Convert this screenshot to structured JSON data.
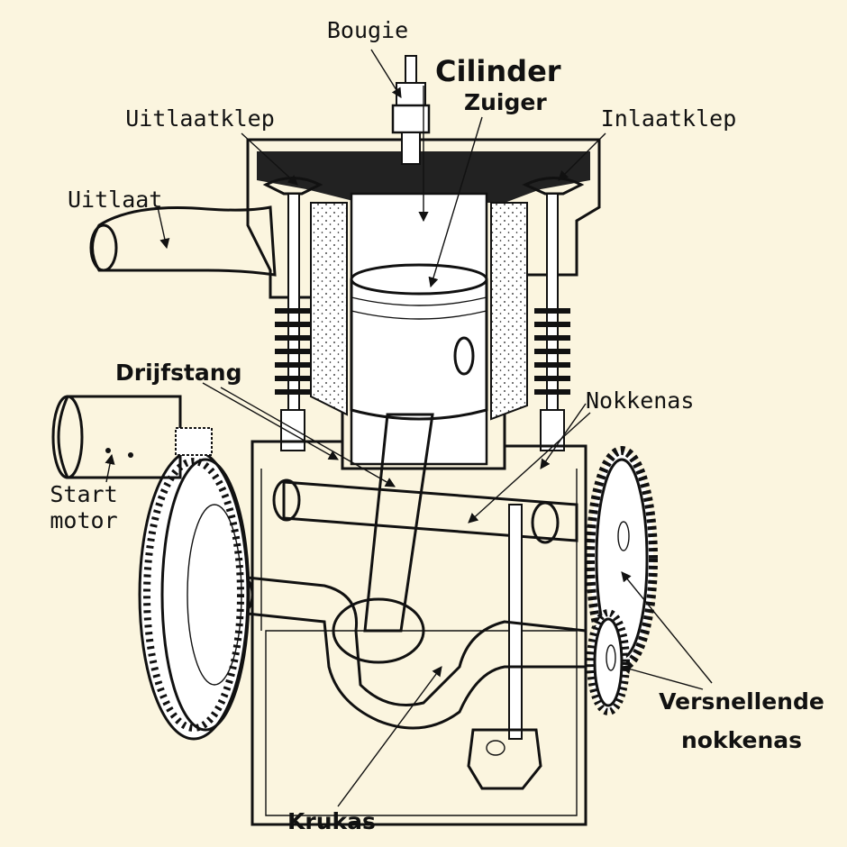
{
  "labels": {
    "bougie": "Bougie",
    "cilinder": "Cilinder",
    "zuiger": "Zuiger",
    "uitlaatklep": "Uitlaatklep",
    "inlaatklep": "Inlaatklep",
    "uitlaat": "Uitlaat",
    "drijfstang": "Drijfstang",
    "nokkenas": "Nokkenas",
    "start_line1": "Start",
    "start_line2": "motor",
    "versnellende_line1": "Versnellende",
    "versnellende_line2": "nokkenas",
    "krukas": "Krukas"
  },
  "colors": {
    "background": "#fbf5df",
    "ink": "#111111",
    "metal": "#ffffff"
  }
}
